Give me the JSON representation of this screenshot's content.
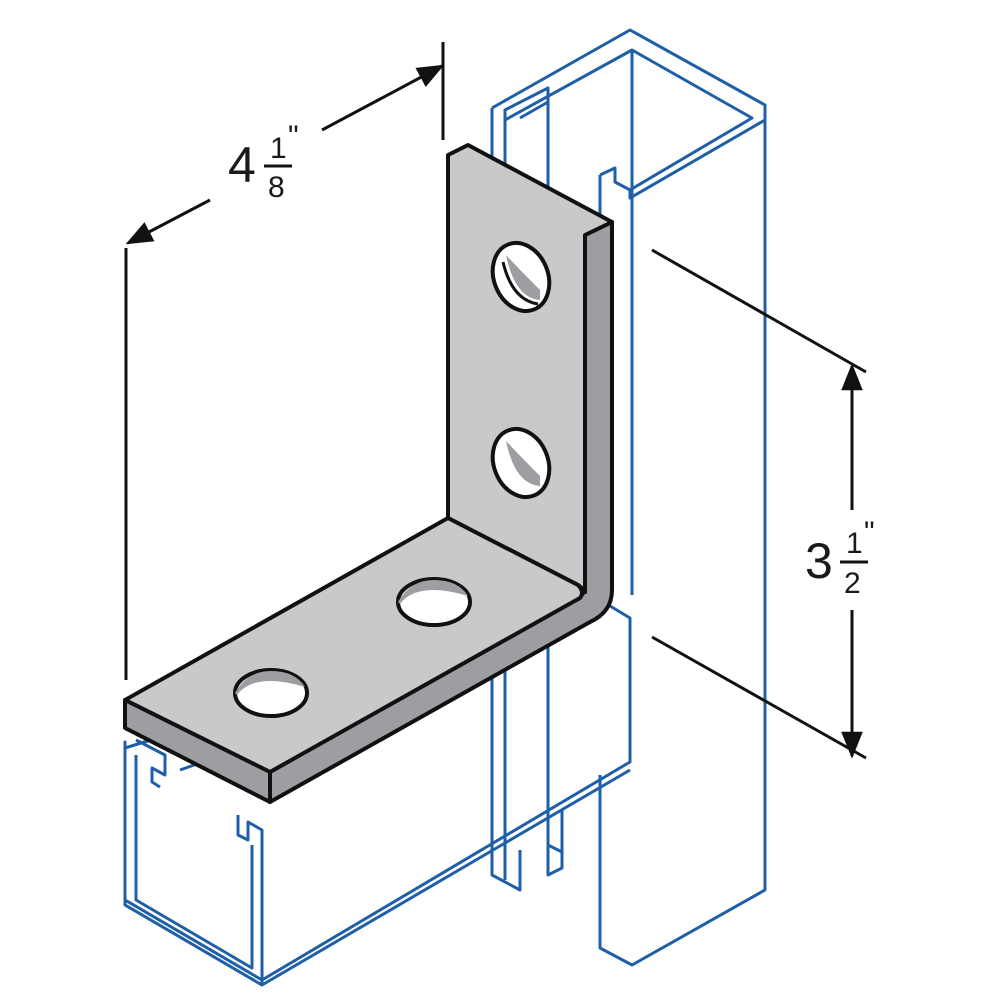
{
  "colors": {
    "channel_outline": "#1f5fa8",
    "bracket_face": "#c8c9cb",
    "bracket_edge": "#9c9ea2",
    "outline": "#111111",
    "background": "#ffffff"
  },
  "dimensions": {
    "width": {
      "whole": "4",
      "numerator": "1",
      "denominator": "8",
      "unit_mark": "\""
    },
    "height": {
      "whole": "3",
      "numerator": "1",
      "denominator": "2",
      "unit_mark": "\""
    }
  },
  "bracket": {
    "hole_count": 4
  }
}
